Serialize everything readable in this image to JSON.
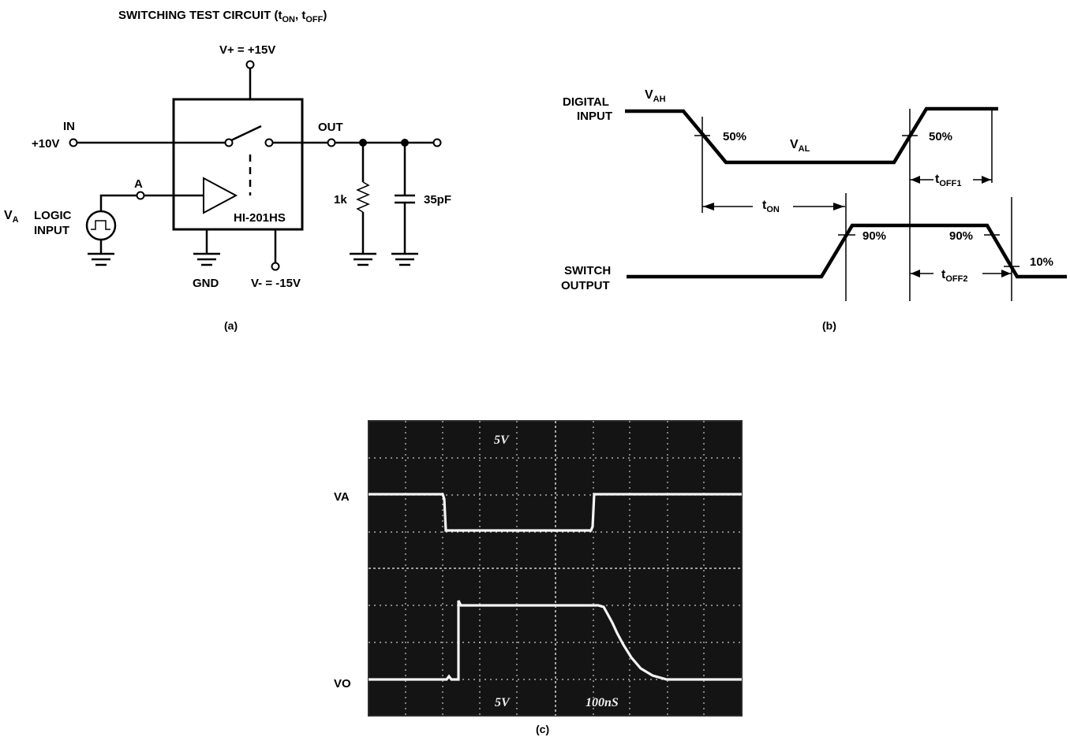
{
  "circuit": {
    "title_main": "SWITCHING TEST CIRCUIT (t",
    "title_on_sub": "ON",
    "title_sep": ", t",
    "title_off_sub": "OFF",
    "title_close": ")",
    "vplus": "V+ = +15V",
    "vminus": "V- = -15V",
    "in_label": "IN",
    "in_value": "+10V",
    "out_label": "OUT",
    "node_a": "A",
    "va_main": "V",
    "va_sub": "A",
    "logic_input_1": "LOGIC",
    "logic_input_2": "INPUT",
    "resistor": "1k",
    "capacitor": "35pF",
    "chip": "HI-201HS",
    "gnd": "GND",
    "caption": "(a)"
  },
  "timing": {
    "digital_input_1": "DIGITAL",
    "digital_input_2": "INPUT",
    "vah_main": "V",
    "vah_sub": "AH",
    "val_main": "V",
    "val_sub": "AL",
    "pct50_left": "50%",
    "pct50_right": "50%",
    "toff1_main": "t",
    "toff1_sub": "OFF1",
    "ton_main": "t",
    "ton_sub": "ON",
    "pct90_left": "90%",
    "pct90_right": "90%",
    "pct10": "10%",
    "toff2_main": "t",
    "toff2_sub": "OFF2",
    "switch_output_1": "SWITCH",
    "switch_output_2": "OUTPUT",
    "caption": "(b)"
  },
  "scope": {
    "va_label": "VA",
    "vo_label": "VO",
    "top_scale": "5V",
    "bottom_scale": "5V",
    "time_scale": "100nS",
    "caption": "(c)"
  }
}
